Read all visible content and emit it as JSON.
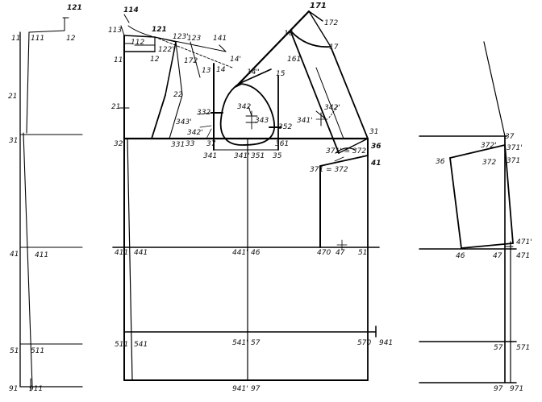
{
  "colors": {
    "line": "#000000",
    "ink": "#111111",
    "background": "#ffffff"
  },
  "drawing": {
    "left_panel": {
      "labels": [
        "121",
        "11",
        "111",
        "12",
        "21",
        "31",
        "41",
        "411",
        "51",
        "511",
        "91",
        "911"
      ]
    },
    "center_panel": {
      "labels": [
        "114",
        "113",
        "121",
        "112",
        "12",
        "122'",
        "123'",
        "123",
        "11",
        "172",
        "141",
        "14'",
        "14",
        "13",
        "171",
        "172",
        "16",
        "17",
        "161",
        "15",
        "14\"",
        "21",
        "22",
        "342",
        "343",
        "332",
        "352",
        "343'",
        "342'",
        "342'",
        "341'",
        "33",
        "37",
        "31",
        "32",
        "331",
        "341",
        "341'",
        "351",
        "35",
        "361",
        "371' = 372'",
        "36",
        "371 = 372",
        "41",
        "411",
        "441",
        "441'",
        "46",
        "470",
        "47",
        "51",
        "511",
        "541",
        "541'",
        "57",
        "570",
        "941",
        "941'",
        "97"
      ]
    },
    "right_panel": {
      "labels": [
        "37",
        "372'",
        "371'",
        "36",
        "372",
        "371",
        "46",
        "47",
        "471'",
        "471",
        "57",
        "571",
        "97",
        "971"
      ]
    }
  }
}
